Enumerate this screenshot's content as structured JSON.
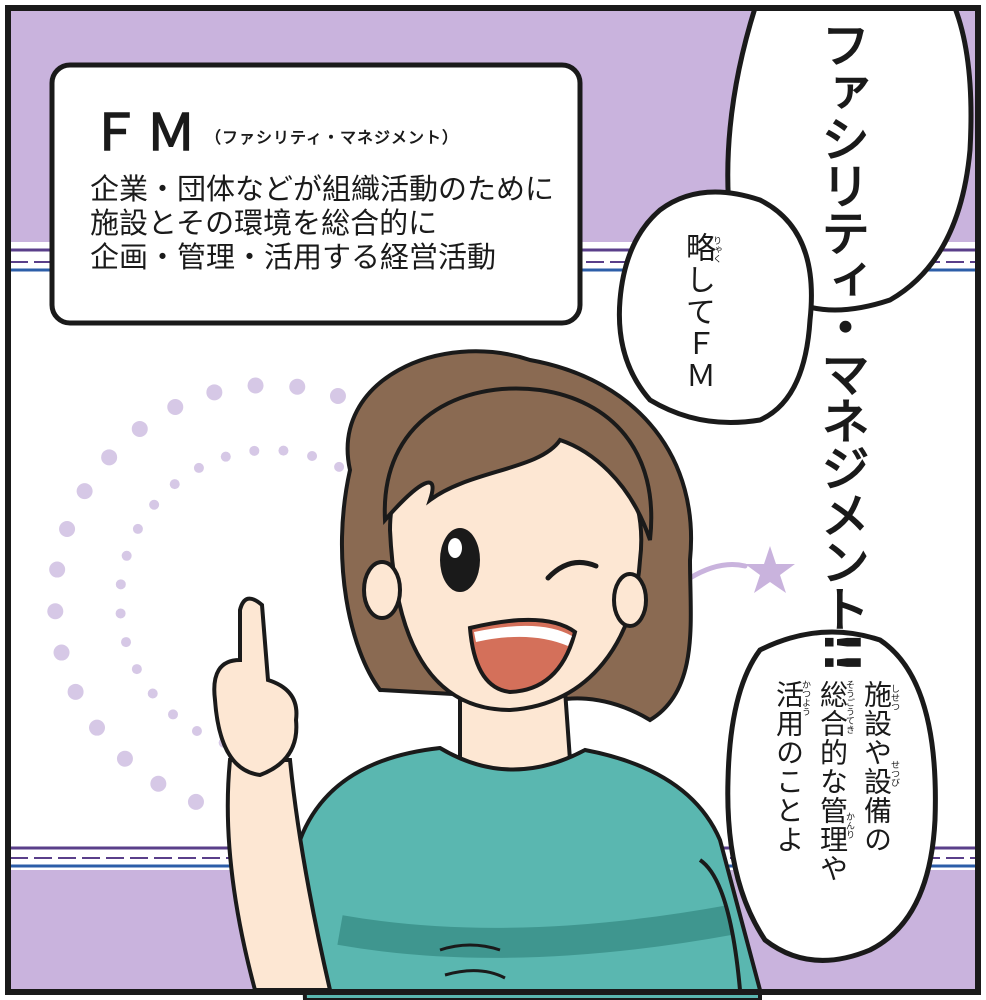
{
  "colors": {
    "lavender": "#c9b3dd",
    "dots": "#d6c8e6",
    "outline": "#1a1a1a",
    "shirt": "#5ab7b0",
    "hair": "#8a6a52",
    "skin": "#fde7d3",
    "mouth": "#d4705a",
    "band_blue": "#2c5ea8",
    "band_purple": "#5a3f8a"
  },
  "definition_box": {
    "title": "ＦＭ",
    "subtitle": "（ファシリティ・マネジメント）",
    "lines": [
      "企業・団体などが組織活動のために",
      "施設とその環境を総合的に",
      "企画・管理・活用する経営活動"
    ]
  },
  "speech_bubbles": {
    "exclaim": "ファシリティ・マネジメント!!",
    "abbreviation": "略してＦＭ",
    "abbreviation_ruby": "りゃく",
    "explanation_col1": "施設や設備の",
    "explanation_col2": "総合的な管理や",
    "explanation_col3": "活用のことよ",
    "ruby": [
      "しせつ",
      "せつび",
      "そうごうてき",
      "かんり",
      "かつよう"
    ]
  },
  "icons": [
    "star-icon",
    "pointing-hand-icon",
    "wink-eye-icon"
  ]
}
